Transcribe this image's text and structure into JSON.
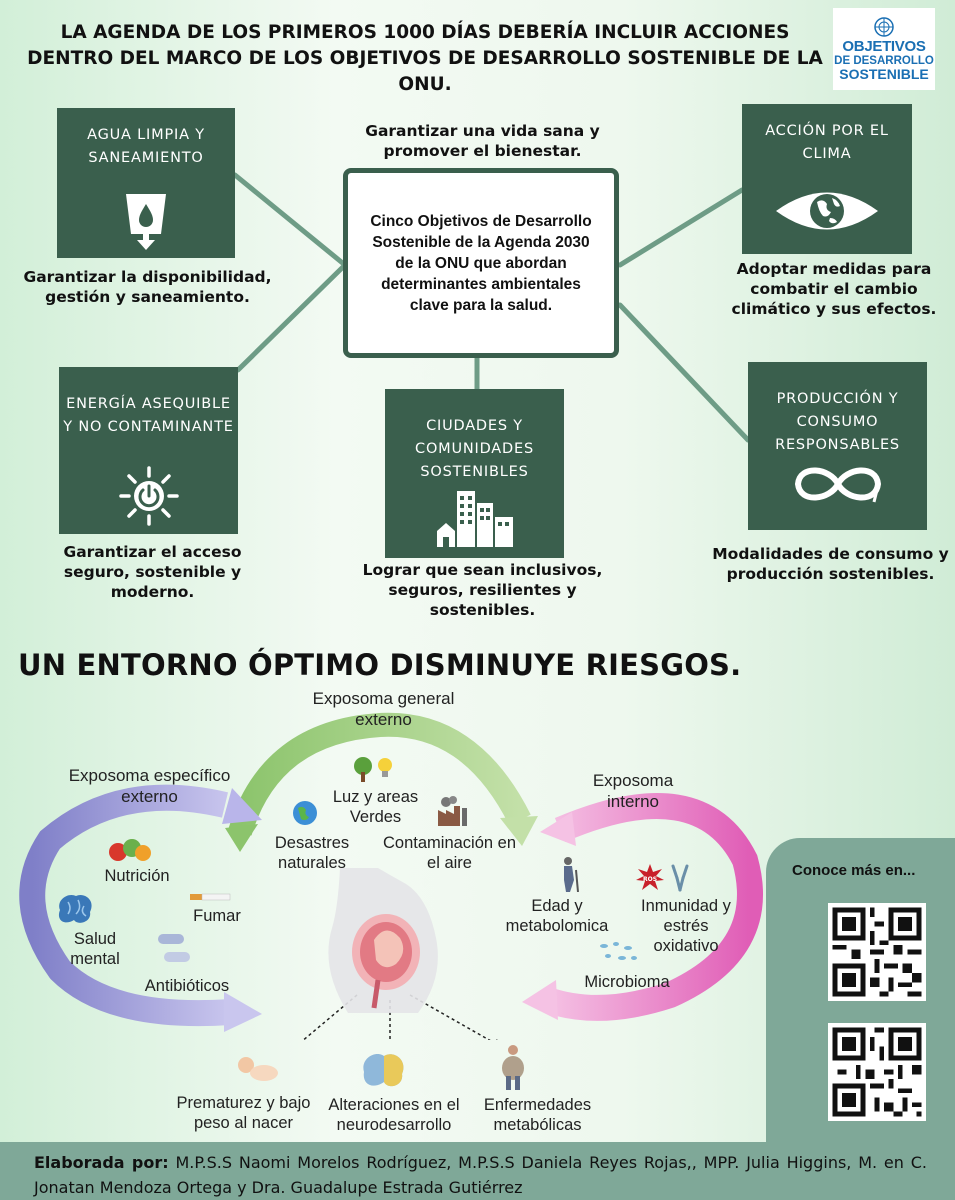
{
  "title": "LA AGENDA DE LOS PRIMEROS 1000 DÍAS DEBERÍA INCLUIR ACCIONES DENTRO DEL MARCO DE LOS OBJETIVOS DE DESARROLLO SOSTENIBLE DE LA ONU.",
  "logo": {
    "line1": "OBJETIVOS",
    "line2": "DE DESARROLLO",
    "line3": "SOSTENIBLE"
  },
  "center": {
    "top_caption": "Garantizar una vida sana y promover el bienestar.",
    "box_text": "Cinco Objetivos de Desarrollo Sostenible de la Agenda 2030 de la ONU que abordan determinantes ambientales clave para la salud."
  },
  "goals": [
    {
      "label": "AGUA LIMPIA Y SANEAMIENTO",
      "icon": "water-glass-icon",
      "caption": "Garantizar la disponibilidad, gestión y saneamiento."
    },
    {
      "label": "ACCIÓN POR EL CLIMA",
      "icon": "eye-globe-icon",
      "caption": "Adoptar medidas para combatir el cambio climático y sus efectos."
    },
    {
      "label": "ENERGÍA ASEQUIBLE Y NO CONTAMINANTE",
      "icon": "sun-power-icon",
      "caption": "Garantizar el acceso seguro, sostenible y moderno."
    },
    {
      "label": "CIUDADES Y COMUNIDADES SOSTENIBLES",
      "icon": "city-buildings-icon",
      "caption": "Lograr que sean inclusivos, seguros, resilientes y sostenibles."
    },
    {
      "label": "PRODUCCIÓN Y CONSUMO RESPONSABLES",
      "icon": "infinity-loop-icon",
      "caption": "Modalidades de consumo y producción sostenibles."
    }
  ],
  "section2_title": "UN ENTORNO ÓPTIMO DISMINUYE RIESGOS.",
  "exposome": {
    "general": "Exposoma general externo",
    "specific": "Exposoma específico externo",
    "internal": "Exposoma interno",
    "general_items": [
      "Luz y areas Verdes",
      "Desastres naturales",
      "Contaminación en el aire"
    ],
    "specific_items": [
      "Nutrición",
      "Fumar",
      "Salud mental",
      "Antibióticos"
    ],
    "internal_items": [
      "Edad y metabolomica",
      "Inmunidad y estrés oxidativo",
      "Microbioma"
    ],
    "outcomes": [
      "Prematurez y bajo peso al nacer",
      "Alteraciones en el neurodesarrollo",
      "Enfermedades metabólicas"
    ],
    "ros_badge": "ROS"
  },
  "qr": {
    "title": "Conoce más en..."
  },
  "footer": {
    "label": "Elaborada por:",
    "text": "M.P.S.S Naomi Morelos Rodríguez, M.P.S.S Daniela Reyes Rojas,, MPP. Julia Higgins, M. en C. Jonatan Mendoza Ortega y Dra. Guadalupe Estrada Gutiérrez"
  },
  "colors": {
    "sdg_green": "#3a5f4d",
    "arc_green": "#a9d18e",
    "arc_purple": "#9e9ad2",
    "arc_pink": "#e27fc2",
    "panel": "#7fa898",
    "logo_blue": "#1a6fb3"
  }
}
